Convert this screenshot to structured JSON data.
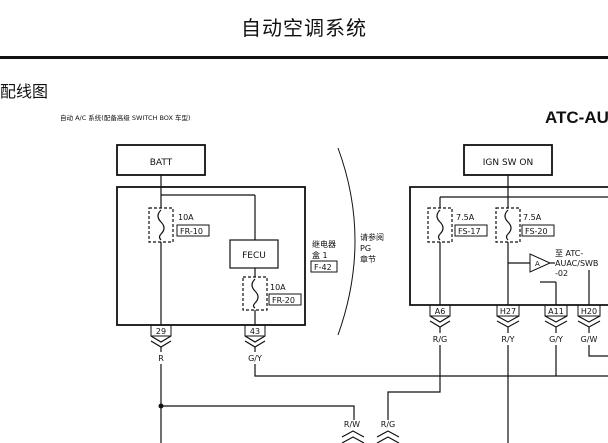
{
  "header": {
    "title": "自动空调系统"
  },
  "section": {
    "title": "配线图",
    "caption": "自动 A/C 系统(配备高级 SWITCH BOX 车型)"
  },
  "diagram": {
    "atc_title": "ATC-AU",
    "left_source": "BATT",
    "right_source": "IGN SW ON",
    "fecu": "FECU",
    "fuses": [
      {
        "rating": "10A",
        "code": "FR-10"
      },
      {
        "rating": "10A",
        "code": "FR-20"
      },
      {
        "rating": "7.5A",
        "code": "FS-17"
      },
      {
        "rating": "7.5A",
        "code": "FS-20"
      }
    ],
    "relay_box": {
      "line1": "继电器",
      "line2": "盒 1",
      "code": "F-42"
    },
    "reference": {
      "line1": "请参阅",
      "line2": "PG",
      "line3": "章节"
    },
    "connector_ref": {
      "line1": "至 ATC-",
      "line2": "AUAC/SWB",
      "line3": "-02",
      "marker": "A"
    },
    "terminals": [
      {
        "id": "29",
        "wire": "R"
      },
      {
        "id": "43",
        "wire": "G/Y"
      },
      {
        "id": "A6",
        "wire": "R/G"
      },
      {
        "id": "H27",
        "wire": "R/Y"
      },
      {
        "id": "A11",
        "wire": "G/Y"
      },
      {
        "id": "H20",
        "wire": "G/W"
      }
    ],
    "bottom_wires": [
      {
        "wire": "R/W"
      },
      {
        "wire": "R/G"
      }
    ]
  }
}
